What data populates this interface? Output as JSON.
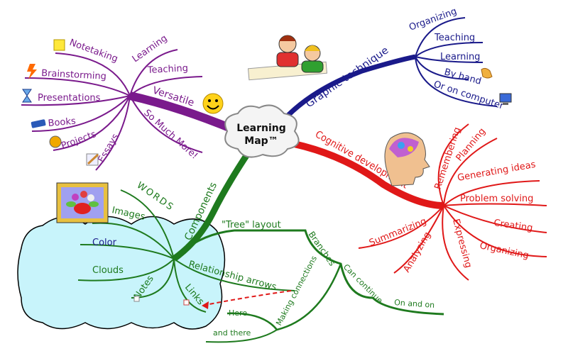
{
  "colors": {
    "purple": "#7a1a8c",
    "blue": "#1a1a8a",
    "red": "#e01818",
    "green": "#1e7a1e",
    "cloud": "#c8f4fb"
  },
  "center": {
    "line1": "Learning",
    "line2": "Map™"
  },
  "versatile": {
    "label": "Versatile",
    "children": [
      "Learning",
      "Teaching",
      "So Much More!",
      "Essays",
      "Projects",
      "Books",
      "Presentations",
      "Brainstorming",
      "Notetaking"
    ]
  },
  "graphic": {
    "label": "Graphic technique",
    "children": [
      "Organizing",
      "Teaching",
      "Learning",
      "By hand",
      "Or on computer"
    ]
  },
  "cognitive": {
    "label": "Cognitive development",
    "children": [
      "Remembering",
      "Planning",
      "Generating ideas",
      "Problem solving",
      "Creating",
      "Organizing",
      "Expressing",
      "Analyzing",
      "Summarizing"
    ]
  },
  "components": {
    "label": "Components",
    "children": [
      "WORDS",
      "Images",
      "Color",
      "Clouds",
      "Notes",
      "Links",
      "Relationship arrows",
      "\"Tree\" layout"
    ],
    "tree": {
      "branches": "Branches",
      "can_continue": "Can continue",
      "on_and_on": "On and on",
      "making_connections": "Making connections",
      "here": "Here",
      "and_there": "and there"
    }
  },
  "icons": [
    "sticky-note-icon",
    "lightning-icon",
    "hourglass-icon",
    "book-icon",
    "puzzle-icon",
    "pencil-icon",
    "smiley-icon",
    "hand-icon",
    "computer-icon",
    "brain-head-image",
    "people-drawing-image",
    "flower-picture-image"
  ]
}
